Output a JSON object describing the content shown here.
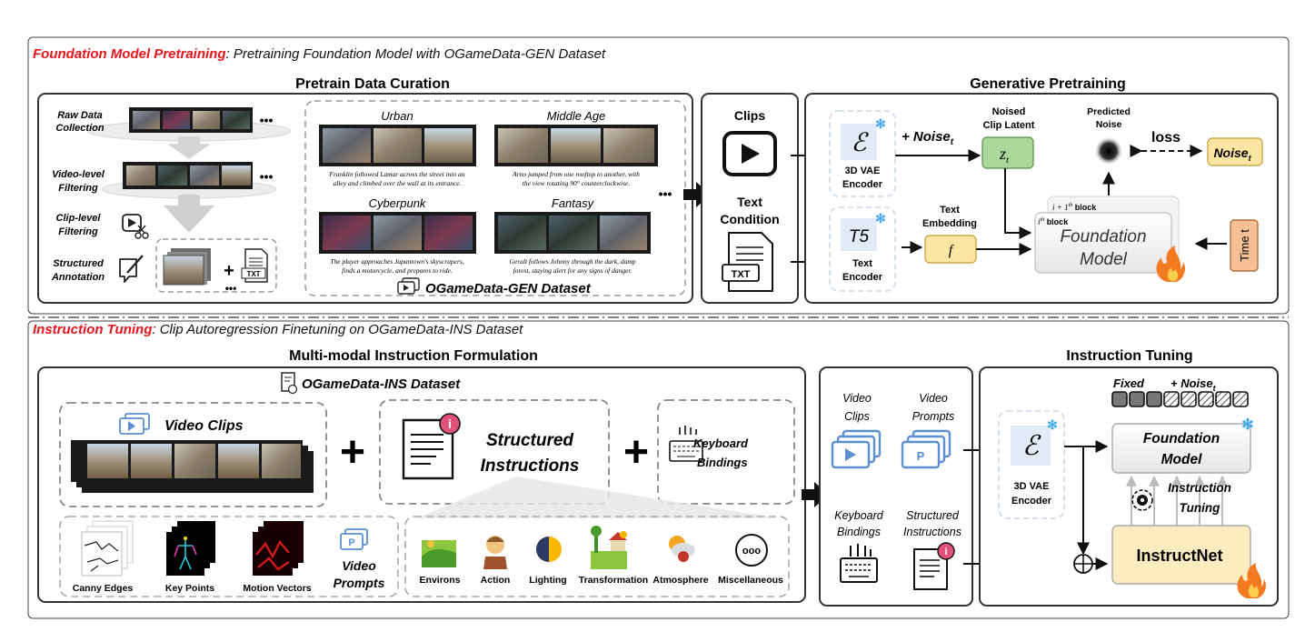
{
  "pretraining": {
    "header_highlight": "Foundation Model Pretraining",
    "header_rest": ": Pretraining Foundation Model with OGameData-GEN Dataset",
    "curation_title": "Pretrain Data Curation",
    "steps": {
      "raw_1": "Raw Data",
      "raw_2": "Collection",
      "video_1": "Video-level",
      "video_2": "Filtering",
      "clip_1": "Clip-level",
      "clip_2": "Filtering",
      "annot_1": "Structured",
      "annot_2": "Annotation"
    },
    "ellipsis": "•••",
    "txt_label": "TXT",
    "dataset_name": "OGameData-GEN Dataset",
    "samples": [
      {
        "genre": "Urban",
        "caption_1": "Franklin followed Lamar across the street into an",
        "caption_2": "alley and climbed over the wall at its entrance."
      },
      {
        "genre": "Middle Age",
        "caption_1": "Arno jumped from one rooftop to another, with",
        "caption_2": "the view rotating 90° counterclockwise."
      },
      {
        "genre": "Cyberpunk",
        "caption_1": "The player approaches Japantown's skyscrapers,",
        "caption_2": "finds a motorcycle, and prepares to ride."
      },
      {
        "genre": "Fantasy",
        "caption_1": "Geralt follows Johnny through the dark, damp",
        "caption_2": "forest, staying alert for any signs of danger."
      }
    ],
    "clips_label": "Clips",
    "text_condition_1": "Text",
    "text_condition_2": "Condition",
    "generative_title": "Generative Pretraining",
    "vae_symbol": "ℰ",
    "vae_label_1": "3D VAE",
    "vae_label_2": "Encoder",
    "noise_plus": "+ Noise",
    "noise_sub": "t",
    "noised_latent_1": "Noised",
    "noised_latent_2": "Clip Latent",
    "latent_symbol": "z",
    "latent_sub": "t",
    "predicted_noise_1": "Predicted",
    "predicted_noise_2": "Noise",
    "loss_label": "loss",
    "target_noise": "Noise",
    "target_noise_sub": "t",
    "t5_symbol": "T5",
    "text_encoder_1": "Text",
    "text_encoder_2": "Encoder",
    "text_embedding_1": "Text",
    "text_embedding_2": "Embedding",
    "f_symbol": "f",
    "block_next": "i + 1",
    "block_next_sup": "th",
    "block_next_word": " block",
    "block_cur": "i",
    "block_cur_sup": "th",
    "block_cur_word": " block",
    "foundation_1": "Foundation",
    "foundation_2": "Model",
    "time_label": "Time t"
  },
  "instruction": {
    "header_highlight": "Instruction Tuning",
    "header_rest": ": Clip Autoregression Finetuning on OGameData-INS Dataset",
    "formulation_title": "Multi-modal Instruction Formulation",
    "dataset_name": "OGameData-INS Dataset",
    "video_clips": "Video Clips",
    "structured_1": "Structured",
    "structured_2": "Instructions",
    "keyboard_1": "Keyboard",
    "keyboard_2": "Bindings",
    "plus": "+",
    "controls": [
      "Canny Edges",
      "Key Points",
      "Motion Vectors"
    ],
    "video_prompts_1": "Video",
    "video_prompts_2": "Prompts",
    "categories": [
      "Environs",
      "Action",
      "Lighting",
      "Transformation",
      "Atmosphere",
      "Miscellaneous"
    ],
    "misc_symbol": "ooo",
    "p_letter": "P",
    "info_letter": "i",
    "inputs": {
      "video_clips_1": "Video",
      "video_clips_2": "Clips",
      "video_prompts_1": "Video",
      "video_prompts_2": "Prompts",
      "keyboard_1": "Keyboard",
      "keyboard_2": "Bindings",
      "structured_1": "Structured",
      "structured_2": "Instructions"
    },
    "tuning_title": "Instruction Tuning",
    "fixed_label": "Fixed",
    "noise_plus": "+ Noise",
    "noise_sub": "t",
    "vae_symbol": "ℰ",
    "vae_label_1": "3D VAE",
    "vae_label_2": "Encoder",
    "foundation_1": "Foundation",
    "foundation_2": "Model",
    "tuning_1": "Instruction",
    "tuning_2": "Tuning",
    "instructnet": "InstructNet",
    "oplus": "+"
  },
  "colors": {
    "accent_red": "#e8141b",
    "green_box": "#a9d99a",
    "yellow_box": "#fde6a1",
    "orange_box": "#f6bf96",
    "instructnet_fill": "#fdecc0",
    "icon_blue": "#5b8fd0",
    "snow_blue": "#43a9e8"
  }
}
